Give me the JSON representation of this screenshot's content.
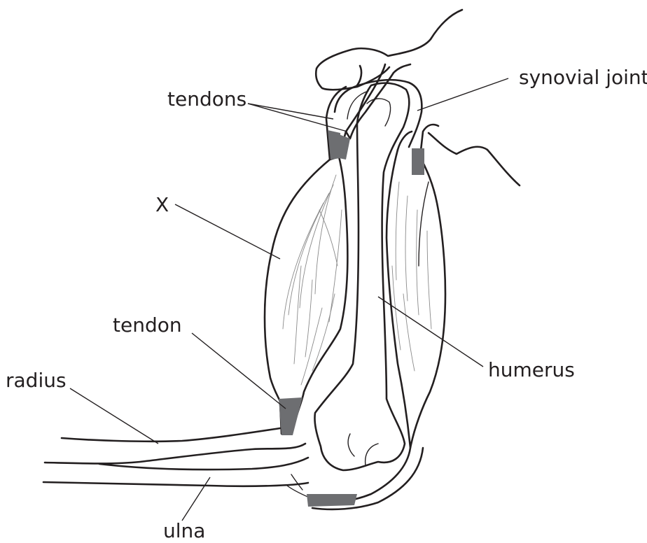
{
  "labels": {
    "tendons": "tendons",
    "synovial_joint": "synovial joint",
    "x": "X",
    "tendon": "tendon",
    "humerus": "humerus",
    "radius": "radius",
    "ulna": "ulna"
  }
}
